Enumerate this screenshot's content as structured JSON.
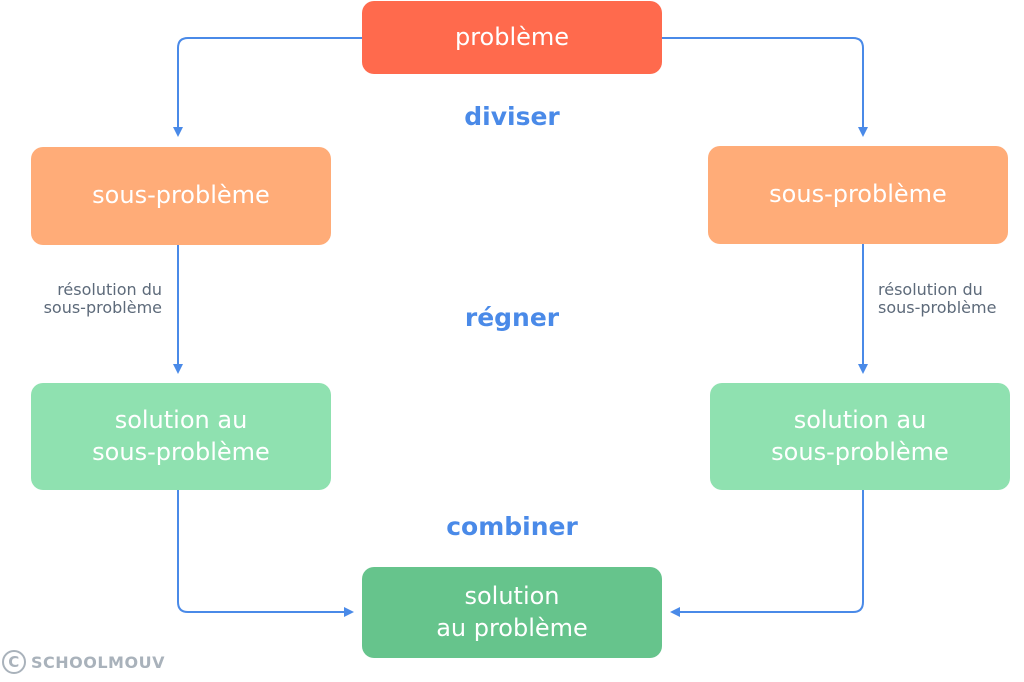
{
  "boxes": {
    "problem": "problème",
    "subproblem_left": "sous-problème",
    "subproblem_right": "sous-problème",
    "solution_left": "solution au\nsous-problème",
    "solution_right": "solution au\nsous-problème",
    "final_solution": "solution\nau problème"
  },
  "phases": {
    "divide": "diviser",
    "conquer": "régner",
    "combine": "combiner"
  },
  "notes": {
    "resolve_left": "résolution du\nsous-problème",
    "resolve_right": "résolution du\nsous-problème"
  },
  "watermark": {
    "symbol": "C",
    "brand": "SCHOOLMOUV"
  },
  "colors": {
    "arrow": "#4a8ae8",
    "problem": "#ff6a4d",
    "subproblem": "#ffac78",
    "solution": "#8fe1b0",
    "final": "#66c48c"
  }
}
